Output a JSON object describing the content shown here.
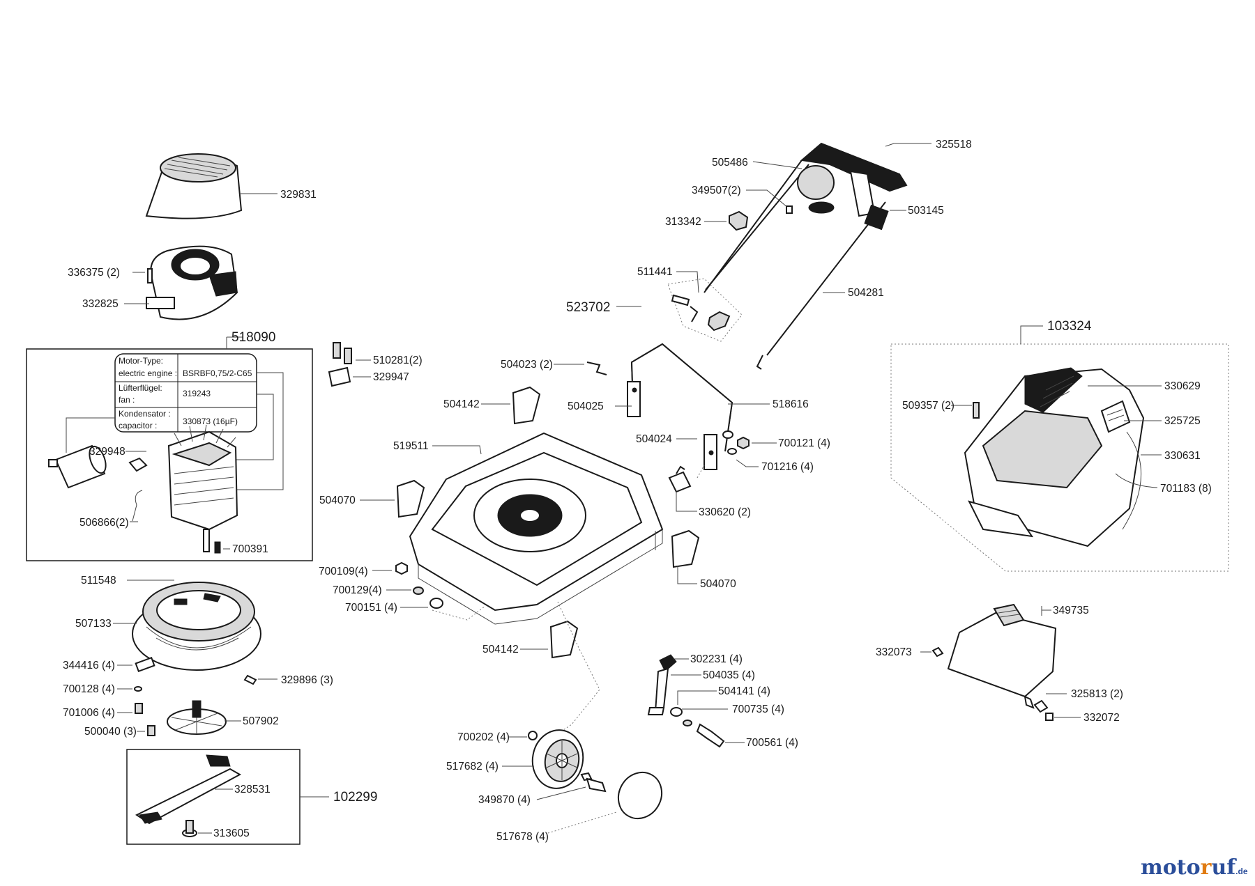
{
  "parts": {
    "p329831": "329831",
    "p336375": "336375 (2)",
    "p332825": "332825",
    "p518090": "518090",
    "p329948": "329948",
    "p506866": "506866(2)",
    "p700391": "700391",
    "p510281": "510281(2)",
    "p329947": "329947",
    "p504023": "504023 (2)",
    "p504142a": "504142",
    "p504025": "504025",
    "p504024": "504024",
    "p519511": "519511",
    "p504070a": "504070",
    "p700109": "700109(4)",
    "p700129": "700129(4)",
    "p700151": "700151 (4)",
    "p504142b": "504142",
    "p504070b": "504070",
    "p511548": "511548",
    "p507133": "507133",
    "p344416": "344416 (4)",
    "p329896": "329896 (3)",
    "p700128": "700128 (4)",
    "p701006": "701006 (4)",
    "p500040": "500040 (3)",
    "p507902": "507902",
    "p328531": "328531",
    "p313605": "313605",
    "p102299": "102299",
    "p700202": "700202 (4)",
    "p517682": "517682 (4)",
    "p349870": "349870 (4)",
    "p517678": "517678  (4)",
    "p505486": "505486",
    "p325518": "325518",
    "p349507": "349507(2)",
    "p313342": "313342",
    "p503145": "503145",
    "p511441": "511441",
    "p523702": "523702",
    "p504281": "504281",
    "p518616": "518616",
    "p700121": "700121 (4)",
    "p701216": "701216 (4)",
    "p330620": "330620 (2)",
    "p302231": "302231 (4)",
    "p504035": "504035 (4)",
    "p504141": "504141 (4)",
    "p700735": "700735 (4)",
    "p700561": "700561 (4)",
    "p103324": "103324",
    "p509357": "509357 (2)",
    "p330629": "330629",
    "p325725": "325725",
    "p330631": "330631",
    "p701183": "701183 (8)",
    "p349735": "349735",
    "p332073": "332073",
    "p325813": "325813 (2)",
    "p332072": "332072"
  },
  "motor_table": {
    "row1_label_a": "Motor-Type:",
    "row1_label_b": "electric engine :",
    "row1_value": "BSRBF0,75/2-C65",
    "row2_label_a": "Lüfterflügel:",
    "row2_label_b": "fan :",
    "row2_value": "319243",
    "row3_label_a": "Kondensator :",
    "row3_label_b": "capacitor :",
    "row3_value": "330873 (16µF)"
  },
  "watermark": {
    "m1": "moto",
    "m2": "r",
    "m3": "uf",
    "tld": ".de"
  }
}
